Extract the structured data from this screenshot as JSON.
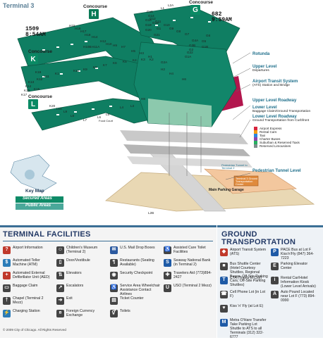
{
  "map": {
    "title": "Terminal 3",
    "concourses": [
      {
        "label": "Concourse",
        "letter": "H"
      },
      {
        "label": "Concourse",
        "letter": "G"
      },
      {
        "label": "Concourse",
        "letter": "K"
      },
      {
        "label": "Concourse",
        "letter": "L"
      }
    ],
    "times": {
      "left": {
        "number": "1509",
        "clock": "8:54AM"
      },
      "right": {
        "number": "682",
        "clock": "9:59AM"
      }
    },
    "gate_labels": [
      "H15",
      "H16",
      "H17",
      "H18",
      "H14",
      "H12",
      "H10",
      "H9",
      "H7",
      "H5",
      "H3",
      "H1",
      "H11A",
      "H10B",
      "K10",
      "K9",
      "K8",
      "K7",
      "K6",
      "K5",
      "K4",
      "K3",
      "K2",
      "K1",
      "K11",
      "K12",
      "K13",
      "K14",
      "K15",
      "K16",
      "K17",
      "K19",
      "K20",
      "L10",
      "L9",
      "L8",
      "L7",
      "L6",
      "L5",
      "L4",
      "L3",
      "L2A",
      "L1",
      "G15",
      "G14",
      "G12",
      "G11",
      "G10",
      "G9",
      "G8",
      "G7",
      "G6",
      "G5",
      "G4A",
      "G3B",
      "G2",
      "G1",
      "G18",
      "G16",
      "G19",
      "G20",
      "G21",
      "G22",
      "G1A",
      "G1B",
      "G2A",
      "H2",
      "H4",
      "H6",
      "H8",
      "L2B"
    ],
    "right_levels": [
      {
        "head": "Rotunda",
        "sub": ""
      },
      {
        "head": "Upper Level",
        "sub": "Departures"
      },
      {
        "head": "Airport Transit System",
        "sub": "(ATS) Station and Bridge"
      },
      {
        "head": "Upper Level Roadway",
        "sub": ""
      },
      {
        "head": "Lower Level",
        "sub": "Baggage Claim/Ground Transportation"
      },
      {
        "head": "Lower Level Roadway",
        "sub": "Ground Transportation from Curbfront"
      },
      {
        "head": "Pedestrian Tunnel Level",
        "sub": ""
      }
    ],
    "roadway_legend": [
      {
        "label": "Airport Express",
        "color": "#d7263d"
      },
      {
        "label": "Rental Cars",
        "color": "#f39c12"
      },
      {
        "label": "Taxi",
        "color": "#2e86de"
      },
      {
        "label": "Charter Buses",
        "color": "#8e44ad"
      },
      {
        "label": "Suburban & Reserved Taxis",
        "color": "#27ae60"
      },
      {
        "label": "Reserved Limousines",
        "color": "#7f8c8d"
      }
    ],
    "garage": {
      "label": "Main Parking Garage",
      "sub": "Terminal 3 Ground Transportation Center"
    },
    "walkway_label": "Pedestrian Tunnel to Terminal 2",
    "key_map": {
      "title": "Key Map",
      "secured": "Secured Areas",
      "public": "Public Areas"
    },
    "food_court": "Food Court"
  },
  "terminal_facilities": {
    "title": "TERMINAL FACILITIES",
    "columns": [
      [
        {
          "icon": "info-icon",
          "color": "#c0392b",
          "label": "Airport Information"
        },
        {
          "icon": "atm-icon",
          "color": "#2c7cb8",
          "label": "Automated Teller Machine (ATM)"
        },
        {
          "icon": "defibrillator-icon",
          "color": "#c0392b",
          "label": "Automated External Defibrillator Unit (AED)"
        },
        {
          "icon": "baggage-claim-icon",
          "color": "#444",
          "label": "Baggage Claim"
        },
        {
          "icon": "chapel-icon",
          "color": "#444",
          "label": "Chapel (Terminal 2 Mezz)"
        },
        {
          "icon": "charging-station-icon",
          "color": "#2c7cb8",
          "label": "Charging Station"
        }
      ],
      [
        {
          "icon": "childrens-museum-icon",
          "color": "#444",
          "label": "Children's Museum (Terminal 2)"
        },
        {
          "icon": "door-icon",
          "color": "#444",
          "label": "Door/Vestibule"
        },
        {
          "icon": "elevators-icon",
          "color": "#444",
          "label": "Elevators"
        },
        {
          "icon": "escalators-icon",
          "color": "#444",
          "label": "Escalators"
        },
        {
          "icon": "exit-icon",
          "color": "#444",
          "label": "Exit"
        },
        {
          "icon": "currency-exchange-icon",
          "color": "#444",
          "label": "Foreign Currency Exchange"
        }
      ],
      [
        {
          "icon": "mail-drop-icon",
          "color": "#2c5aa0",
          "label": "U.S. Mail Drop Boxes"
        },
        {
          "icon": "restaurants-icon",
          "color": "#444",
          "label": "Restaurants (Seating Available)"
        },
        {
          "icon": "security-checkpoint-icon",
          "color": "#444",
          "label": "Security Checkpoint"
        },
        {
          "icon": "service-area-icon",
          "color": "#444",
          "label": "Service Area Wheelchair Assistance Contact Airlines"
        },
        {
          "icon": "ticket-counter-icon",
          "color": "#444",
          "label": "Ticket Counter"
        },
        {
          "icon": "toilets-icon",
          "color": "#444",
          "label": "Toilets"
        }
      ],
      [
        {
          "icon": "assisted-care-icon",
          "color": "#444",
          "label": "Assisted Care Toilet Facilities"
        },
        {
          "icon": "seaway-bank-icon",
          "color": "#1e5aa6",
          "label": "Seaway National Bank (in Terminal 2)"
        },
        {
          "icon": "travelers-aid-icon",
          "color": "#444",
          "label": "Travelers Aid (773)894-2427"
        },
        {
          "icon": "uso-icon",
          "color": "#444",
          "label": "USO (Terminal 2 Mezz)"
        }
      ]
    ]
  },
  "ground_transportation": {
    "title_line1": "GROUND",
    "title_line2": "TRANSPORTATION",
    "columns": [
      [
        {
          "icon": "ats-icon",
          "color": "#c0392b",
          "label": "Airport Transit System (ATS)"
        },
        {
          "icon": "bus-shuttle-icon",
          "color": "#444",
          "label": "Bus Shuttle Center (Hotel Courtesy Shuttles, Regional Buses, Off-Site Parking Cars, Off-Site Parking Shuttles)"
        },
        {
          "icon": "cta-icon",
          "color": "#1e5aa6",
          "label": "CTA (Trains to City)"
        },
        {
          "icon": "cell-phone-lot-icon",
          "color": "#444",
          "label": "Cell Phone Lot (in Lot F)"
        },
        {
          "icon": "kiss-n-fly-icon",
          "color": "#444",
          "label": "Kiss 'n' Fly (at Lot E)"
        },
        {
          "icon": "metra-icon",
          "color": "#1e5aa6",
          "label": "Metra O'Hare Transfer Take Parking Lot Shuttle to ATS to all Terminals (312) 322-6777"
        }
      ],
      [
        {
          "icon": "pace-icon",
          "color": "#1e5aa6",
          "label": "PACE Bus at Lot F Kiss'n'Fly (847) 364-7223"
        },
        {
          "icon": "parking-elevator-icon",
          "color": "#444",
          "label": "Parking Elevator Center"
        },
        {
          "icon": "rental-car-icon",
          "color": "#444",
          "label": "Rental Car/Hotel Information Kiosk (Lower Level Arrivals)"
        },
        {
          "icon": "auto-pound-icon",
          "color": "#444",
          "label": "Auto Pound Located near Lot F (773) 894-0990"
        }
      ]
    ]
  },
  "copyright": "© 2009 City of Chicago. All Rights Reserved"
}
